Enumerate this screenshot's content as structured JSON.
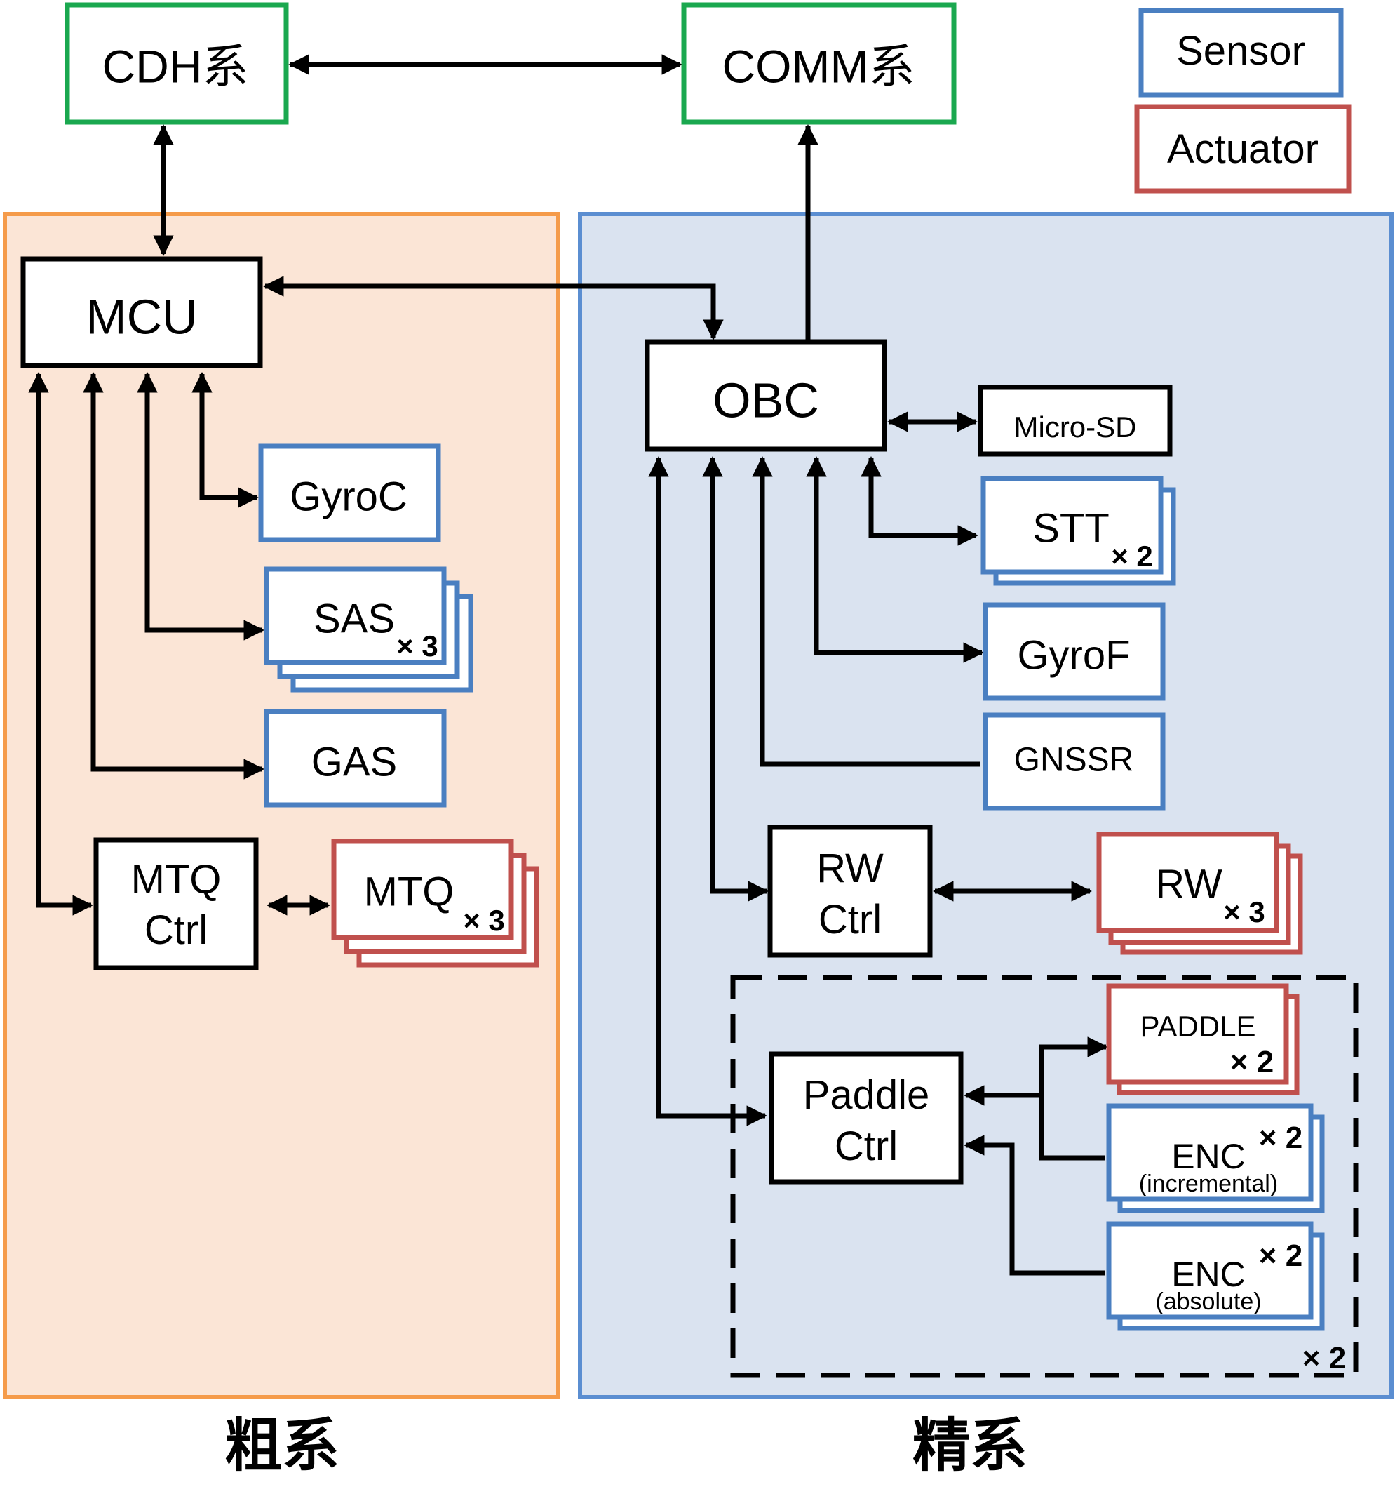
{
  "subsystems": {
    "cdh": "CDH系",
    "comm": "COMM系"
  },
  "legend": {
    "sensor": "Sensor",
    "actuator": "Actuator"
  },
  "regions": {
    "coarse_label": "粗系",
    "fine_label": "精系"
  },
  "coarse": {
    "mcu": "MCU",
    "gyroc": "GyroC",
    "sas": "SAS",
    "sas_mult": "× 3",
    "gas": "GAS",
    "mtq_ctrl_line1": "MTQ",
    "mtq_ctrl_line2": "Ctrl",
    "mtq": "MTQ",
    "mtq_mult": "× 3"
  },
  "fine": {
    "obc": "OBC",
    "microsd": "Micro-SD",
    "stt": "STT",
    "stt_mult": "× 2",
    "gyrof": "GyroF",
    "gnssr": "GNSSR",
    "rw_ctrl_line1": "RW",
    "rw_ctrl_line2": "Ctrl",
    "rw": "RW",
    "rw_mult": "× 3",
    "paddle_ctrl_line1": "Paddle",
    "paddle_ctrl_line2": "Ctrl",
    "paddle": "PADDLE",
    "paddle_mult": "× 2",
    "enc_inc": "ENC",
    "enc_inc_sub": "(incremental)",
    "enc_inc_mult": "× 2",
    "enc_abs": "ENC",
    "enc_abs_sub": "(absolute)",
    "enc_abs_mult": "× 2",
    "group_mult": "× 2"
  },
  "colors": {
    "sensor": "#4a7fc1",
    "actuator": "#c0504d",
    "subsystem": "#1aa84f",
    "coarse_fill": "#fbe5d6",
    "coarse_border": "#f59b4a",
    "fine_fill": "#dae3f0",
    "fine_border": "#5b8ed1"
  }
}
